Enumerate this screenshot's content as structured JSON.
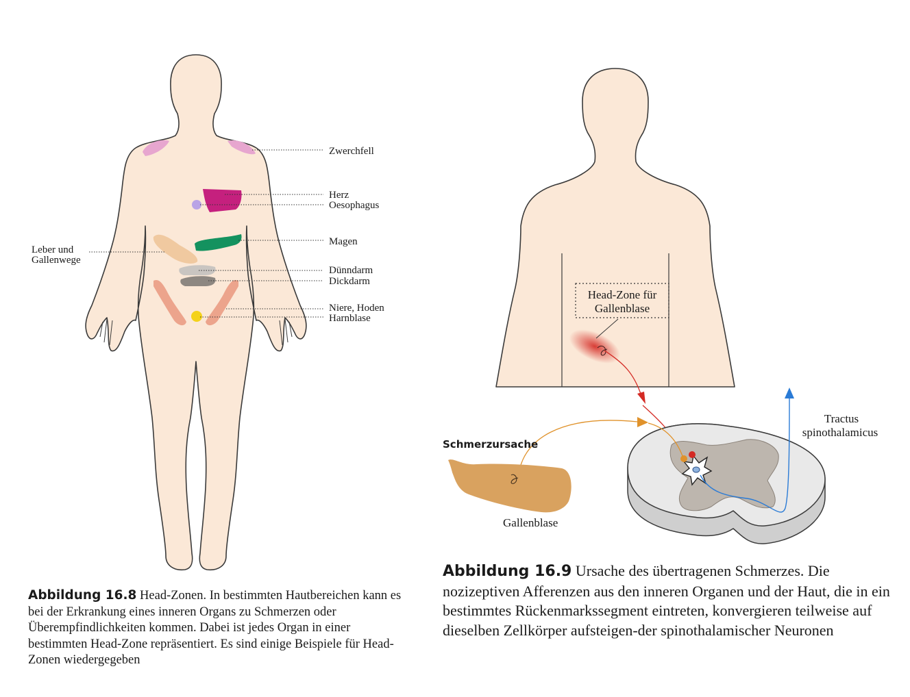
{
  "figure1": {
    "labels": {
      "zwerchfell": "Zwerchfell",
      "herz": "Herz",
      "oesophagus": "Oesophagus",
      "magen": "Magen",
      "leber_line1": "Leber und",
      "leber_line2": "Gallenwege",
      "duenndarm": "Dünndarm",
      "dickdarm": "Dickdarm",
      "niere": "Niere, Hoden",
      "harnblase": "Harnblase"
    },
    "caption": {
      "number": "Abbildung 16.8",
      "text": " Head-Zonen. In bestimmten Hautbereichen kann es bei der Erkrankung eines inneren Organs zu Schmerzen oder Überempfindlichkeiten kommen. Dabei ist jedes Organ in einer bestimmten Head-Zone repräsentiert. Es sind einige Beispiele für Head-Zonen wiedergegeben"
    },
    "colors": {
      "skin": "#fbe8d7",
      "outline": "#3a3a3a",
      "zwerchfell": "#e7a6cf",
      "herz": "#c5207e",
      "oesophagus": "#b9a4e6",
      "magen": "#14925f",
      "leber": "#f0c9a0",
      "duenndarm": "#c9c5c1",
      "dickdarm": "#8d8781",
      "niere": "#ea9c84",
      "harnblase": "#f4d21a"
    }
  },
  "figure2": {
    "labels": {
      "headzone_line1": "Head-Zone für",
      "headzone_line2": "Gallenblase",
      "tractus_line1": "Tractus",
      "tractus_line2": "spinothalamicus",
      "schmerzursache": "Schmerzursache",
      "gallenblase": "Gallenblase"
    },
    "caption": {
      "number": "Abbildung 16.9",
      "text": " Ursache des übertragenen Schmerzes. Die nozizeptiven Afferenzen aus den inneren Organen und der Haut, die in ein bestimmtes Rückenmarkssegment eintreten, konvergieren teilweise auf dieselben Zellkörper aufsteigen-der spinothalamischer Neuronen"
    },
    "colors": {
      "skin": "#fbe8d7",
      "gallbladder": "#d9a25f",
      "cord_white": "#e9e9e9",
      "cord_grey": "#bdb6ae",
      "afferent_skin": "#d42a24",
      "afferent_organ": "#e0922b",
      "tract": "#2a7bd6"
    }
  }
}
